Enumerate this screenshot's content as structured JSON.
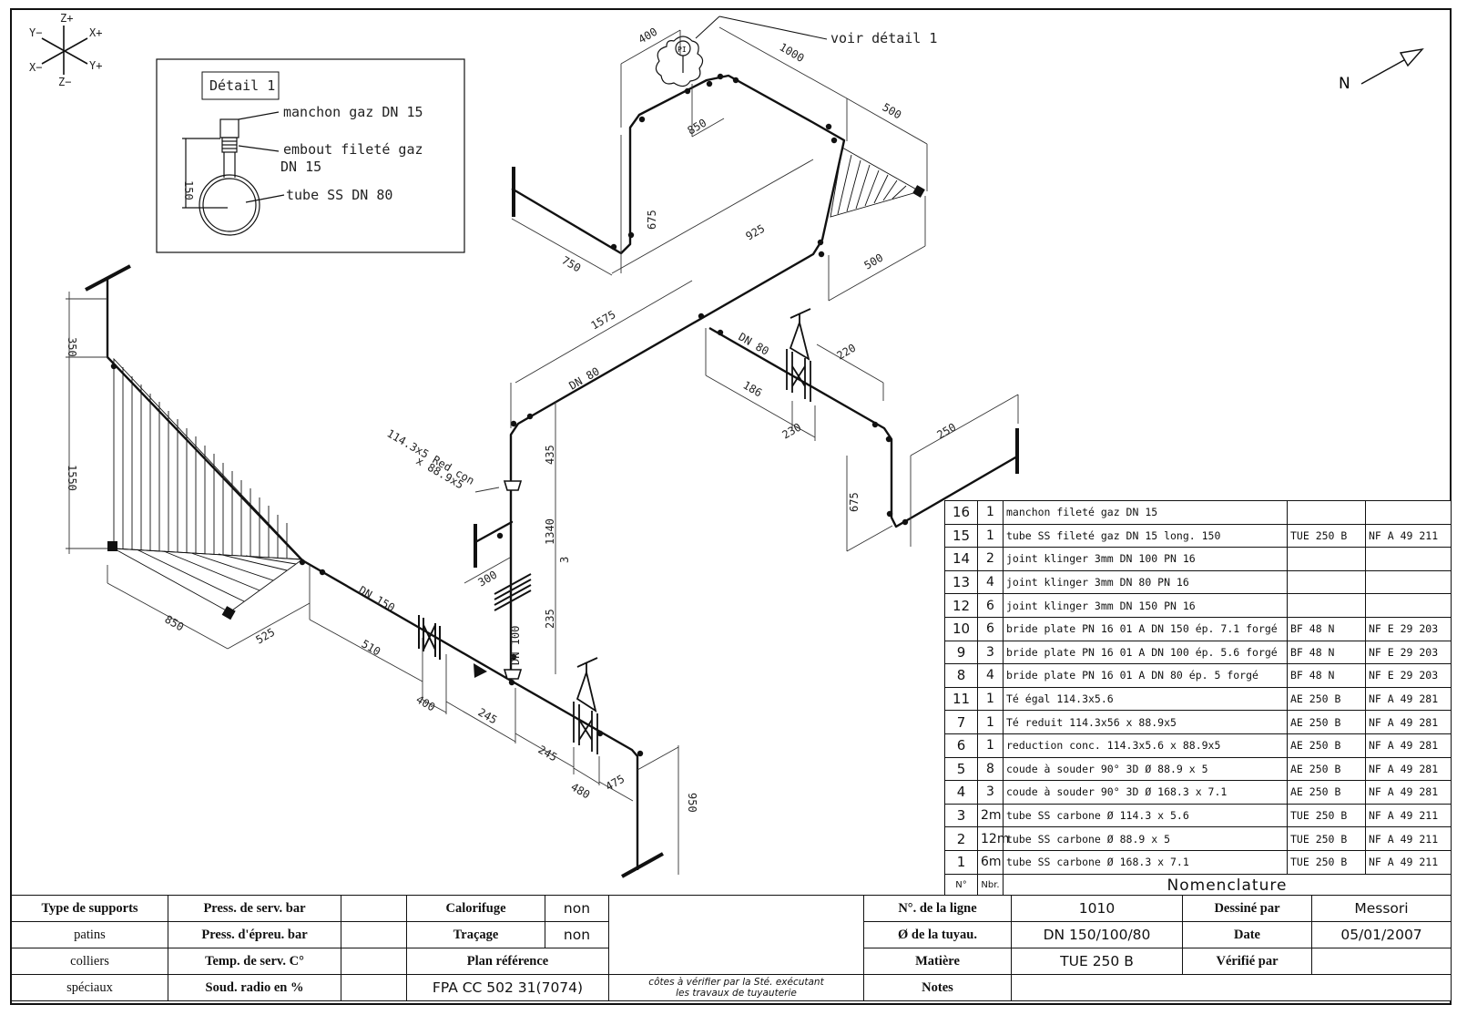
{
  "axes": {
    "z_plus": "Z+",
    "y_minus": "Y−",
    "x_plus": "X+",
    "x_minus": "X−",
    "y_plus": "Y+",
    "z_minus": "Z−"
  },
  "north": "N",
  "callout": "voir détail 1",
  "detail": {
    "title": "Détail 1",
    "label1": "manchon gaz DN 15",
    "label2a": "embout fileté gaz",
    "label2b": "DN 15",
    "label3": "tube SS DN 80",
    "dim": "150"
  },
  "pi_label": "PI",
  "diameters": {
    "dn150": "DN 150",
    "dn100": "DN 100",
    "dn80a": "DN 80",
    "dn80b": "DN 80"
  },
  "reducer_label": {
    "line1": "114.3x5 Red con",
    "line2": "x 88.9x5"
  },
  "dims": {
    "d400a": "400",
    "d1000": "1000",
    "d850a": "850",
    "d500a": "500",
    "d675a": "675",
    "d750": "750",
    "d925": "925",
    "d500b": "500",
    "d1575": "1575",
    "d220": "220",
    "d186": "186",
    "d230": "230",
    "d250": "250",
    "d675b": "675",
    "d435": "435",
    "d1340": "1340",
    "d3": "3",
    "d300": "300",
    "d235": "235",
    "d350": "350",
    "d1550": "1550",
    "d850b": "850",
    "d525": "525",
    "d510": "510",
    "d400b": "400",
    "d245a": "245",
    "d245b": "245",
    "d480": "480",
    "d475": "475",
    "d950": "950"
  },
  "nomenclature": {
    "rows": [
      {
        "no": "16",
        "qty": "1",
        "desc": "manchon fileté gaz DN 15",
        "mat": "",
        "norm": ""
      },
      {
        "no": "15",
        "qty": "1",
        "desc": "tube SS fileté gaz DN 15 long. 150",
        "mat": "TUE 250 B",
        "norm": "NF A 49 211"
      },
      {
        "no": "14",
        "qty": "2",
        "desc": "joint klinger 3mm DN 100 PN 16",
        "mat": "",
        "norm": ""
      },
      {
        "no": "13",
        "qty": "4",
        "desc": "joint klinger 3mm DN 80 PN 16",
        "mat": "",
        "norm": ""
      },
      {
        "no": "12",
        "qty": "6",
        "desc": "joint klinger 3mm DN 150 PN 16",
        "mat": "",
        "norm": ""
      },
      {
        "no": "10",
        "qty": "6",
        "desc": "bride plate PN 16 01 A DN 150 ép. 7.1 forgé",
        "mat": "BF 48 N",
        "norm": "NF E 29 203"
      },
      {
        "no": "9",
        "qty": "3",
        "desc": "bride plate PN 16 01 A DN 100 ép. 5.6 forgé",
        "mat": "BF 48 N",
        "norm": "NF E 29 203"
      },
      {
        "no": "8",
        "qty": "4",
        "desc": "bride plate PN 16 01 A DN 80 ép. 5 forgé",
        "mat": "BF 48 N",
        "norm": "NF E 29 203"
      },
      {
        "no": "11",
        "qty": "1",
        "desc": "Té égal 114.3x5.6",
        "mat": "AE 250 B",
        "norm": "NF A 49 281"
      },
      {
        "no": "7",
        "qty": "1",
        "desc": "Té reduit 114.3x56 x 88.9x5",
        "mat": "AE 250 B",
        "norm": "NF A 49 281"
      },
      {
        "no": "6",
        "qty": "1",
        "desc": "reduction conc. 114.3x5.6 x 88.9x5",
        "mat": "AE 250 B",
        "norm": "NF A 49 281"
      },
      {
        "no": "5",
        "qty": "8",
        "desc": "coude à souder 90° 3D Ø 88.9 x 5",
        "mat": "AE 250 B",
        "norm": "NF A 49 281"
      },
      {
        "no": "4",
        "qty": "3",
        "desc": "coude à souder 90° 3D Ø 168.3 x 7.1",
        "mat": "AE 250 B",
        "norm": "NF A 49 281"
      },
      {
        "no": "3",
        "qty": "2m",
        "desc": "tube SS carbone Ø 114.3 x 5.6",
        "mat": "TUE 250 B",
        "norm": "NF A 49 211"
      },
      {
        "no": "2",
        "qty": "12m",
        "desc": "tube SS carbone Ø 88.9 x 5",
        "mat": "TUE 250 B",
        "norm": "NF A 49 211"
      },
      {
        "no": "1",
        "qty": "6m",
        "desc": "tube SS carbone Ø 168.3 x 7.1",
        "mat": "TUE 250 B",
        "norm": "NF A 49 211"
      }
    ],
    "hdr_no": "N°",
    "hdr_qty": "Nbr.",
    "title": "Nomenclature"
  },
  "titleblock": {
    "r1": {
      "c1": "Type de supports",
      "c2": "Press. de serv. bar",
      "c4": "Calorifuge",
      "c5": "non",
      "c7": "N°. de la ligne",
      "c8": "1010",
      "c9": "Dessiné par",
      "c10": "Messori"
    },
    "r2": {
      "c1": "patins",
      "c2": "Press. d'épreu. bar",
      "c4": "Traçage",
      "c5": "non",
      "c7": "Ø de la tuyau.",
      "c8": "DN 150/100/80",
      "c9": "Date",
      "c10": "05/01/2007"
    },
    "r3": {
      "c1": "colliers",
      "c2": "Temp. de serv. C°",
      "c4": "Plan référence",
      "c7": "Matière",
      "c8": "TUE 250 B",
      "c9": "Vérifié par"
    },
    "r4": {
      "c1": "spéciaux",
      "c2": "Soud. radio en %",
      "c4": "FPA CC 502 31(7074)",
      "c6a": "côtes à vérifier par la Sté. exécutant",
      "c6b": "les travaux de tuyauterie",
      "c7": "Notes"
    }
  }
}
